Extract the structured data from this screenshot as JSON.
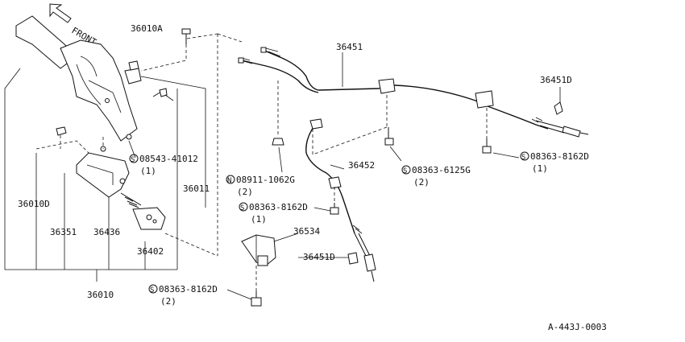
{
  "front_label": "FRONT",
  "diagram_code": "A-443J-0003",
  "parts": {
    "p36010A": "36010A",
    "p36451": "36451",
    "p36451D_top": "36451D",
    "p08543_41012": "08543-41012",
    "p08543_qty": "(1)",
    "p36011": "36011",
    "p08911_1062G": "08911-1062G",
    "p08911_qty": "(2)",
    "p36452": "36452",
    "p08363_6125G": "08363-6125G",
    "p08363_6125G_qty": "(2)",
    "p08363_8162D_right": "08363-8162D",
    "p08363_8162D_right_qty": "(1)",
    "p36010D": "36010D",
    "p36351": "36351",
    "p36436": "36436",
    "p36402": "36402",
    "p08363_8162D_mid": "08363-8162D",
    "p08363_8162D_mid_qty": "(1)",
    "p36534": "36534",
    "p36451D_bottom": "36451D",
    "p36010": "36010",
    "p08363_8162D_bottom": "08363-8162D",
    "p08363_8162D_bottom_qty": "(2)"
  },
  "prefix_symbols": {
    "s": "S",
    "n": "N"
  }
}
